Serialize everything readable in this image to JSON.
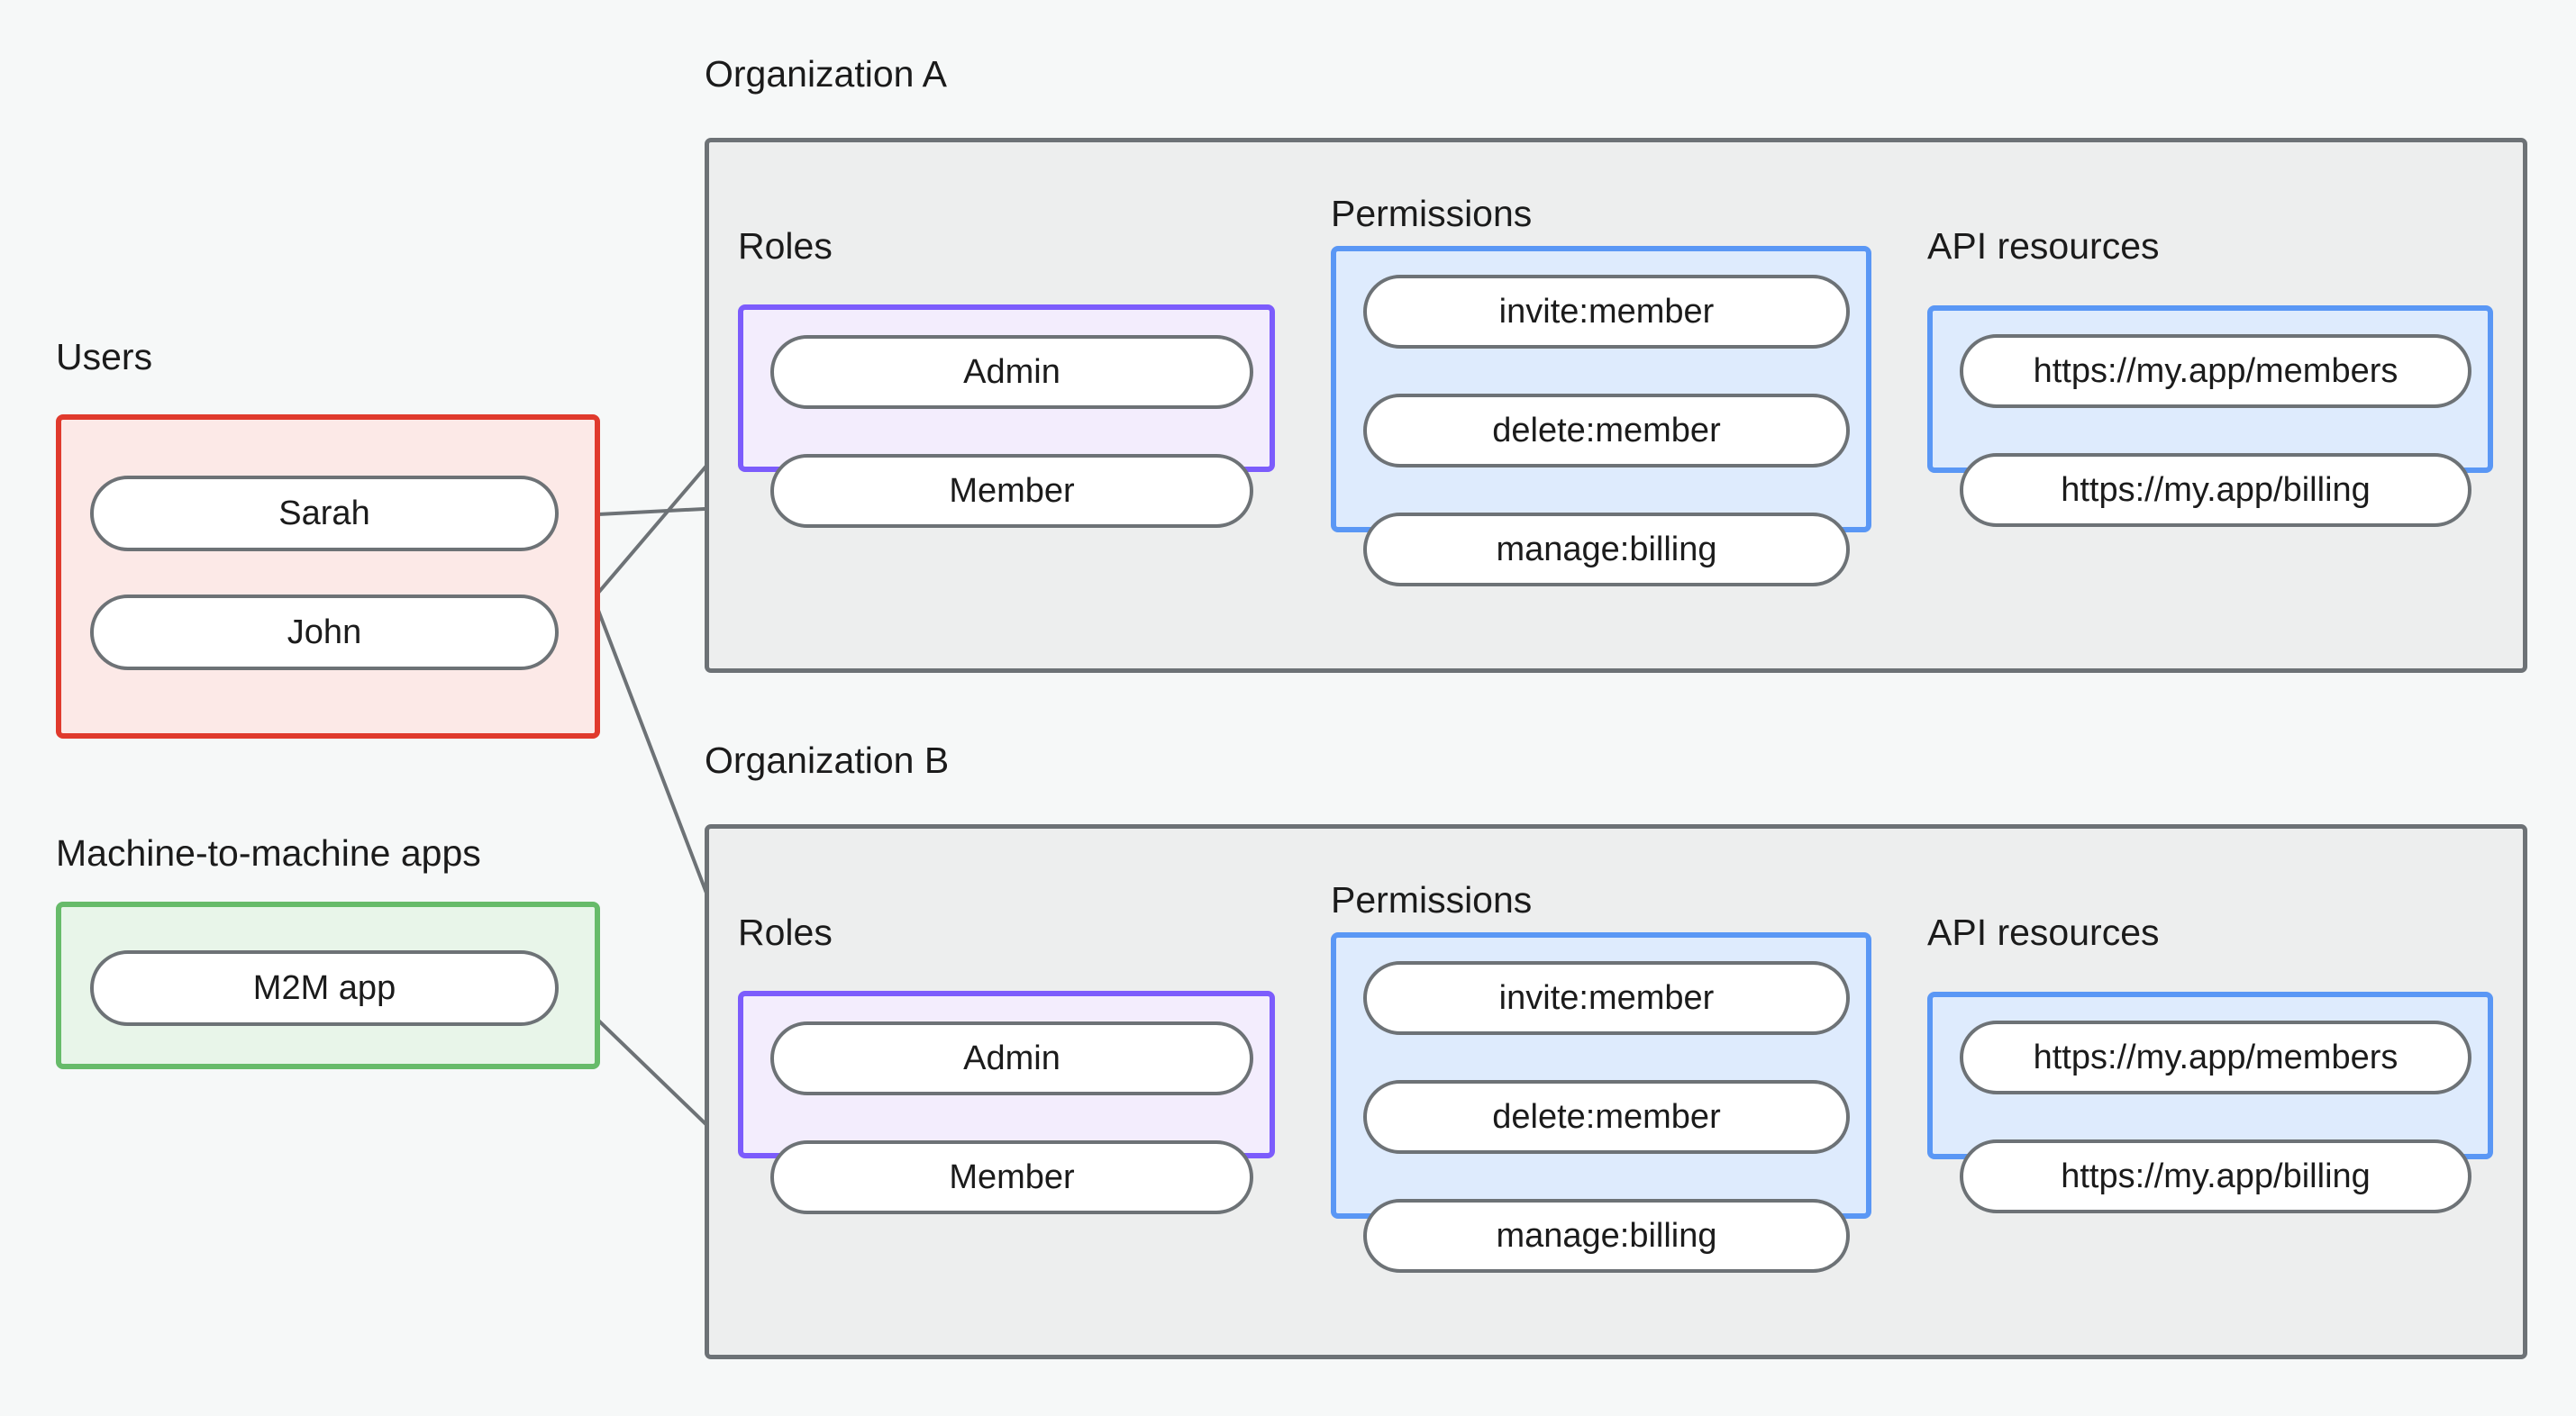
{
  "diagram": {
    "title_users": "Users",
    "title_m2m": "Machine-to-machine apps",
    "title_org_a": "Organization A",
    "title_org_b": "Organization B",
    "label_roles": "Roles",
    "label_permissions": "Permissions",
    "label_api_resources": "API resources"
  },
  "colors": {
    "background": "#f6f8f8",
    "org_fill": "#edeeee",
    "org_border": "#6d7276",
    "users_fill": "#fce9e7",
    "users_border": "#e03a2d",
    "m2m_fill": "#e8f5e9",
    "m2m_border": "#67bb6a",
    "roles_fill": "#f3edfd",
    "roles_border": "#7c5cfc",
    "permissions_fill": "#deebfd",
    "permissions_border": "#5a97f5",
    "api_fill": "#deebfd",
    "api_border": "#5a97f5",
    "node_fill": "#ffffff",
    "node_border": "#6d7276",
    "edge": "#6d7276",
    "text": "#1b1b1b"
  },
  "users": {
    "group_label": "Users",
    "items": [
      {
        "label": "Sarah"
      },
      {
        "label": "John"
      }
    ]
  },
  "machine_to_machine": {
    "group_label": "Machine-to-machine apps",
    "items": [
      {
        "label": "M2M app"
      }
    ]
  },
  "organizations": [
    {
      "name": "Organization A",
      "roles_label": "Roles",
      "permissions_label": "Permissions",
      "api_resources_label": "API resources",
      "roles": [
        {
          "label": "Admin"
        },
        {
          "label": "Member"
        }
      ],
      "permissions": [
        {
          "label": "invite:member"
        },
        {
          "label": "delete:member"
        },
        {
          "label": "manage:billing"
        }
      ],
      "api_resources": [
        {
          "label": "https://my.app/members"
        },
        {
          "label": "https://my.app/billing"
        }
      ]
    },
    {
      "name": "Organization B",
      "roles_label": "Roles",
      "permissions_label": "Permissions",
      "api_resources_label": "API resources",
      "roles": [
        {
          "label": "Admin"
        },
        {
          "label": "Member"
        }
      ],
      "permissions": [
        {
          "label": "invite:member"
        },
        {
          "label": "delete:member"
        },
        {
          "label": "manage:billing"
        }
      ],
      "api_resources": [
        {
          "label": "https://my.app/members"
        },
        {
          "label": "https://my.app/billing"
        }
      ]
    }
  ],
  "connections": [
    {
      "from": "Sarah",
      "to": "Organization A / Member"
    },
    {
      "from": "John",
      "to": "Organization A / Admin"
    },
    {
      "from": "Sarah",
      "to": "Organization B / Admin"
    },
    {
      "from": "M2M app",
      "to": "Organization B / Member"
    },
    {
      "from": "Organization A / Admin",
      "to": "Organization A / invite:member"
    },
    {
      "from": "Organization A / Admin",
      "to": "Organization A / delete:member"
    },
    {
      "from": "Organization A / Member",
      "to": "Organization A / manage:billing"
    },
    {
      "from": "Organization A / invite:member",
      "to": "Organization A / https://my.app/members"
    },
    {
      "from": "Organization A / delete:member",
      "to": "Organization A / https://my.app/members"
    },
    {
      "from": "Organization A / manage:billing",
      "to": "Organization A / https://my.app/billing"
    },
    {
      "from": "Organization B / Admin",
      "to": "Organization B / invite:member"
    },
    {
      "from": "Organization B / Admin",
      "to": "Organization B / delete:member"
    },
    {
      "from": "Organization B / Member",
      "to": "Organization B / manage:billing"
    },
    {
      "from": "Organization B / invite:member",
      "to": "Organization B / https://my.app/members"
    },
    {
      "from": "Organization B / delete:member",
      "to": "Organization B / https://my.app/members"
    },
    {
      "from": "Organization B / manage:billing",
      "to": "Organization B / https://my.app/billing"
    }
  ]
}
